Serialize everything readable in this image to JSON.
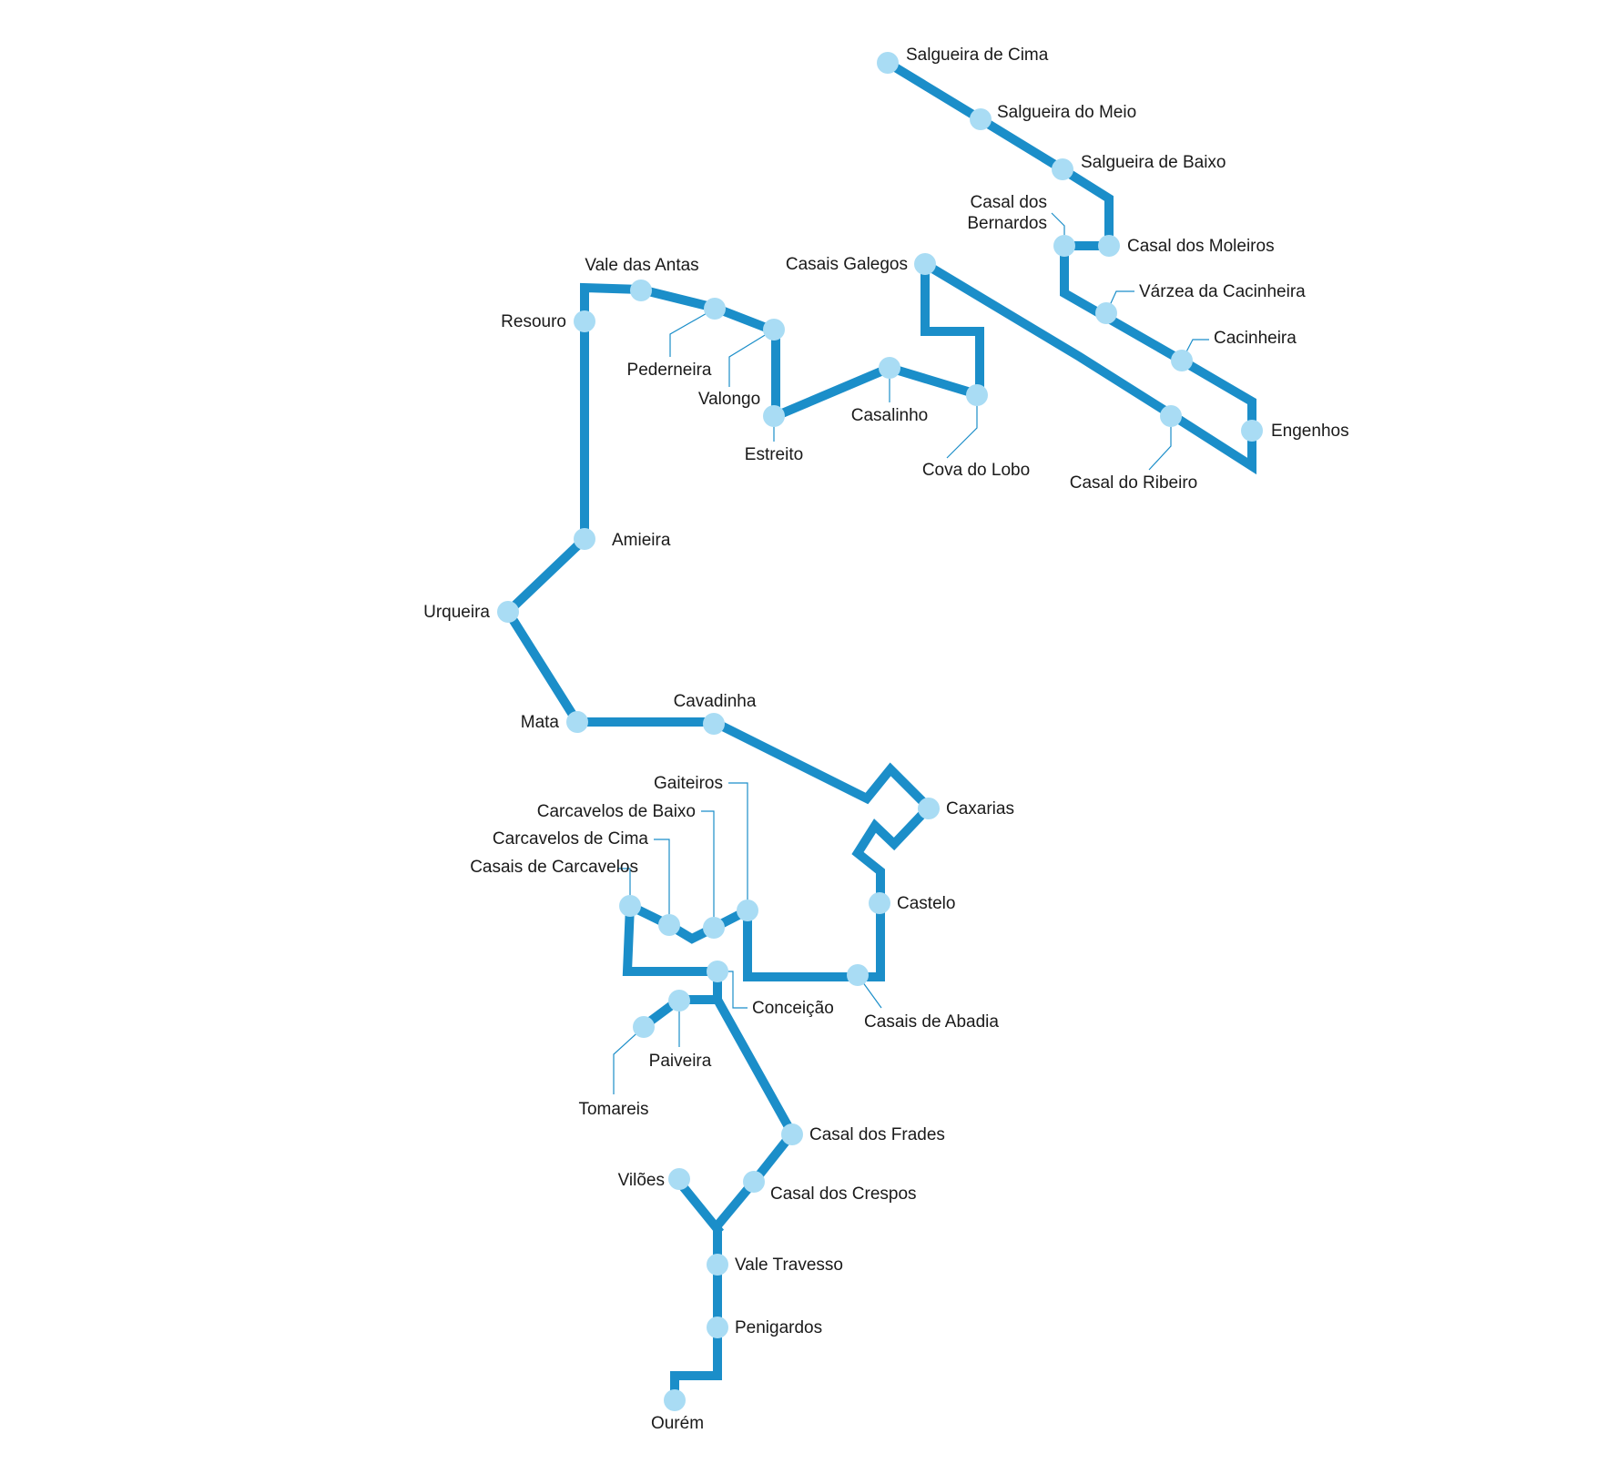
{
  "colors": {
    "route": "#1b8ec9",
    "station": "#a9dcf4",
    "label": "#1a1a1a",
    "leader": "#1b8ec9"
  },
  "stations": [
    {
      "id": "salgueira-de-cima",
      "lines": [
        "Salgueira de Cima"
      ]
    },
    {
      "id": "salgueira-do-meio",
      "lines": [
        "Salgueira do Meio"
      ]
    },
    {
      "id": "salgueira-de-baixo",
      "lines": [
        "Salgueira de Baixo"
      ]
    },
    {
      "id": "casal-dos-bernardos",
      "lines": [
        "Casal dos",
        "Bernardos"
      ]
    },
    {
      "id": "casal-dos-moleiros",
      "lines": [
        "Casal dos Moleiros"
      ]
    },
    {
      "id": "varzea-da-cacinheira",
      "lines": [
        "Várzea da Cacinheira"
      ]
    },
    {
      "id": "cacinheira",
      "lines": [
        "Cacinheira"
      ]
    },
    {
      "id": "engenhos",
      "lines": [
        "Engenhos"
      ]
    },
    {
      "id": "casal-do-ribeiro",
      "lines": [
        "Casal do Ribeiro"
      ]
    },
    {
      "id": "casais-galegos",
      "lines": [
        "Casais Galegos"
      ]
    },
    {
      "id": "cova-do-lobo",
      "lines": [
        "Cova do Lobo"
      ]
    },
    {
      "id": "casalinho",
      "lines": [
        "Casalinho"
      ]
    },
    {
      "id": "estreito",
      "lines": [
        "Estreito"
      ]
    },
    {
      "id": "valongo",
      "lines": [
        "Valongo"
      ]
    },
    {
      "id": "pederneira",
      "lines": [
        "Pederneira"
      ]
    },
    {
      "id": "vale-das-antas",
      "lines": [
        "Vale das Antas"
      ]
    },
    {
      "id": "resouro",
      "lines": [
        "Resouro"
      ]
    },
    {
      "id": "amieira",
      "lines": [
        "Amieira"
      ]
    },
    {
      "id": "urqueira",
      "lines": [
        "Urqueira"
      ]
    },
    {
      "id": "mata",
      "lines": [
        "Mata"
      ]
    },
    {
      "id": "cavadinha",
      "lines": [
        "Cavadinha"
      ]
    },
    {
      "id": "caxarias",
      "lines": [
        "Caxarias"
      ]
    },
    {
      "id": "castelo",
      "lines": [
        "Castelo"
      ]
    },
    {
      "id": "casais-de-abadia",
      "lines": [
        "Casais de Abadia"
      ]
    },
    {
      "id": "gaiteiros",
      "lines": [
        "Gaiteiros"
      ]
    },
    {
      "id": "carcavelos-de-baixo",
      "lines": [
        "Carcavelos de Baixo"
      ]
    },
    {
      "id": "carcavelos-de-cima",
      "lines": [
        "Carcavelos de Cima"
      ]
    },
    {
      "id": "casais-de-carcavelos",
      "lines": [
        "Casais de Carcavelos"
      ]
    },
    {
      "id": "conceicao",
      "lines": [
        "Conceição"
      ]
    },
    {
      "id": "paiveira",
      "lines": [
        "Paiveira"
      ]
    },
    {
      "id": "tomareis",
      "lines": [
        "Tomareis"
      ]
    },
    {
      "id": "casal-dos-frades",
      "lines": [
        "Casal dos Frades"
      ]
    },
    {
      "id": "casal-dos-crespos",
      "lines": [
        "Casal dos Crespos"
      ]
    },
    {
      "id": "viloes",
      "lines": [
        "Vilões"
      ]
    },
    {
      "id": "vale-travesso",
      "lines": [
        "Vale Travesso"
      ]
    },
    {
      "id": "penigardos",
      "lines": [
        "Penigardos"
      ]
    },
    {
      "id": "ourem",
      "lines": [
        "Ourém"
      ]
    }
  ]
}
